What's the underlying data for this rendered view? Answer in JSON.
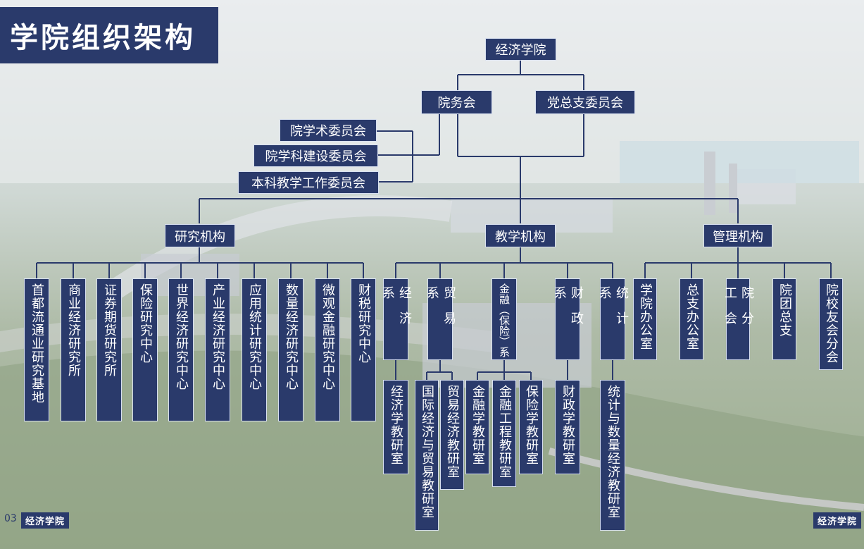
{
  "title": "学院组织架构",
  "page_number": "03",
  "brand_left": "经济学院",
  "brand_right": "经济学院",
  "colors": {
    "box": "#2a3a6b",
    "line": "#2a3a6b"
  },
  "org": {
    "root": "经济学院",
    "council": "院务会",
    "party": "党总支委员会",
    "committees": [
      "院学术委员会",
      "院学科建设委员会",
      "本科教学工作委员会"
    ],
    "research_head": "研究机构",
    "teaching_head": "教学机构",
    "admin_head": "管理机构",
    "research": [
      "首都流通业研究基地",
      "商业经济研究所",
      "证券期货研究所",
      "保险研究中心",
      "世界经济研究中心",
      "产业经济研究中心",
      "应用统计研究中心",
      "数量经济研究中心",
      "微观金融研究中心",
      "财税研究中心"
    ],
    "departments": [
      "经济系",
      "贸易系",
      "金融（保险）系",
      "财政系",
      "统计系"
    ],
    "admin": [
      "学院办公室",
      "总支办公室",
      "院分工会",
      "院团总支",
      "院校友会分会"
    ],
    "sections": {
      "econ": [
        "经济学教研室"
      ],
      "trade": [
        "国际经济与贸易教研室",
        "贸易经济教研室"
      ],
      "finance": [
        "金融学教研室",
        "金融工程教研室",
        "保险学教研室"
      ],
      "fiscal": [
        "财政学教研室"
      ],
      "stats": [
        "统计与数量经济教研室"
      ]
    }
  }
}
